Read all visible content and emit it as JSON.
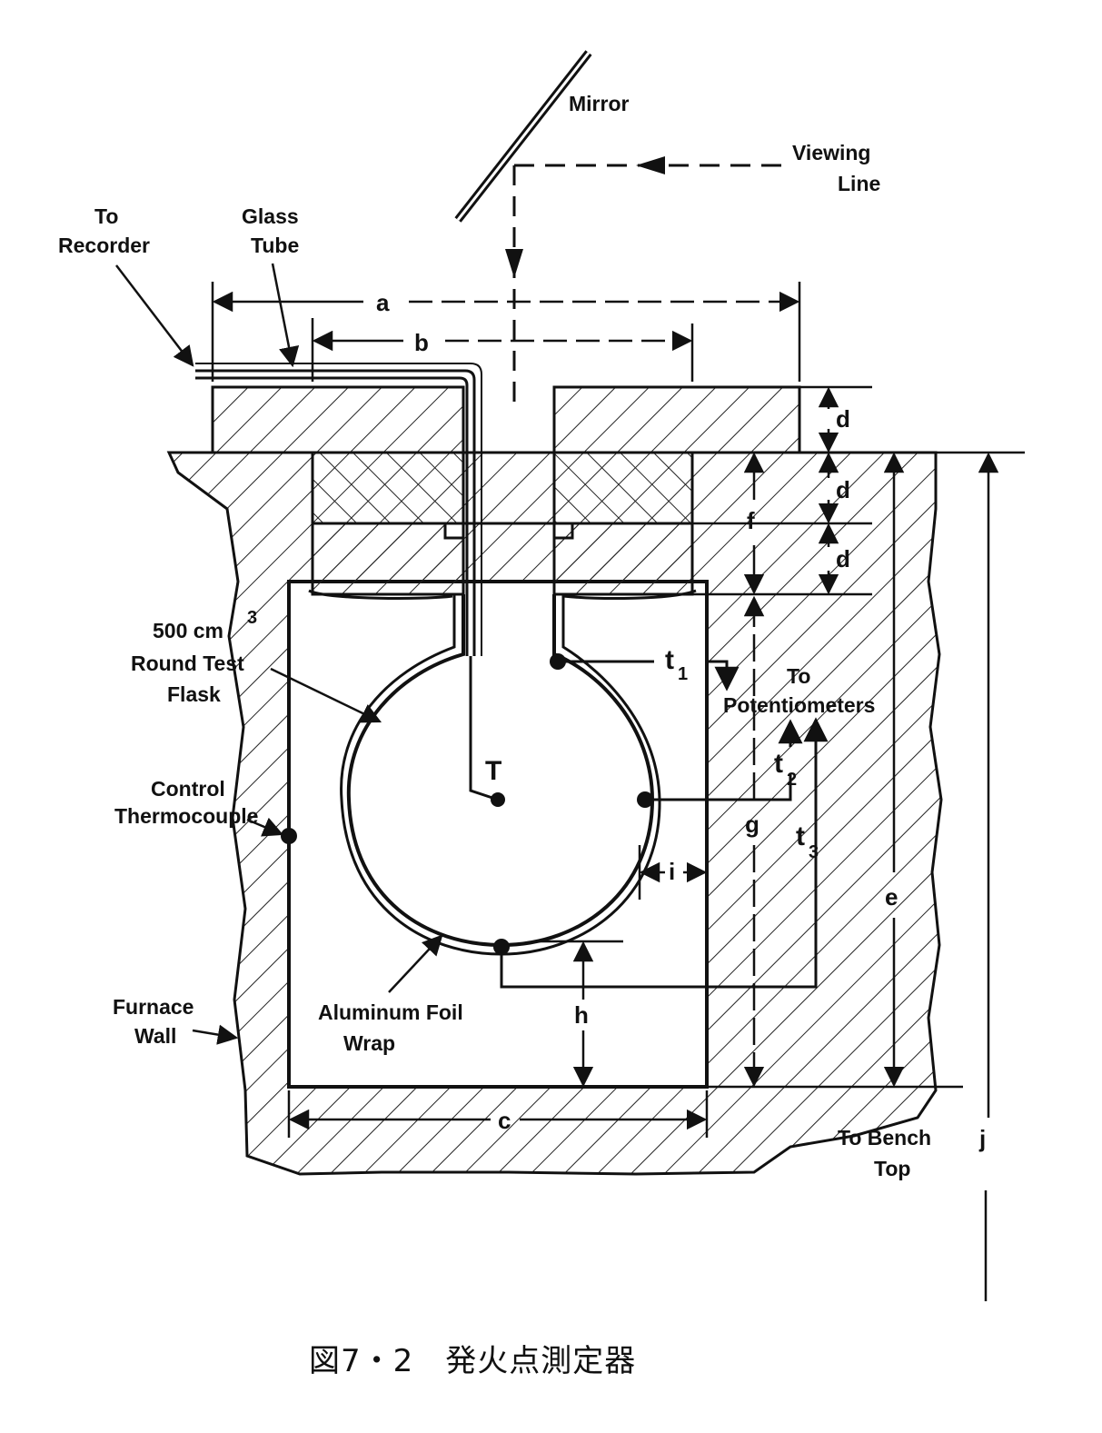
{
  "labels": {
    "mirror": "Mirror",
    "viewing_line_1": "Viewing",
    "viewing_line_2": "Line",
    "to_recorder_1": "To",
    "to_recorder_2": "Recorder",
    "glass_tube_1": "Glass",
    "glass_tube_2": "Tube",
    "flask_1": "500 cm",
    "flask_sup": "3",
    "flask_2": "Round Test",
    "flask_3": "Flask",
    "control_tc_1": "Control",
    "control_tc_2": "Thermocouple",
    "furnace_wall_1": "Furnace",
    "furnace_wall_2": "Wall",
    "foil_1": "Aluminum Foil",
    "foil_2": "Wrap",
    "to_pot_1": "To",
    "to_pot_2": "Potentiometers",
    "bench_1": "To Bench",
    "bench_2": "Top",
    "center_T": "T",
    "t1": "t",
    "t1_sub": "1",
    "t2": "t",
    "t2_sub": "2",
    "t3": "t",
    "t3_sub": "3"
  },
  "dimensions": {
    "a": "a",
    "b": "b",
    "c": "c",
    "d1": "d",
    "d2": "d",
    "d3": "d",
    "e": "e",
    "f": "f",
    "g": "g",
    "h": "h",
    "i": "i",
    "j": "j"
  },
  "caption": "図7・2　発火点測定器"
}
